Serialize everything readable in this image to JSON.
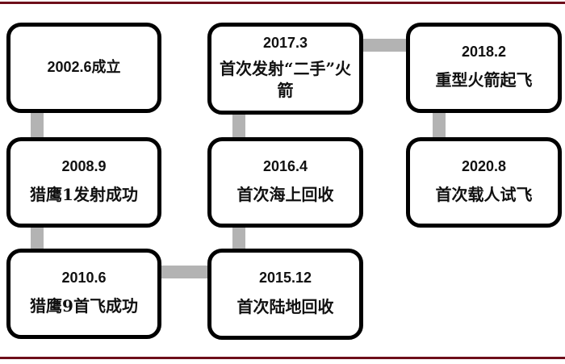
{
  "diagram": {
    "topic": "SpaceX milestones timeline",
    "colors": {
      "rule": "#6e0e1a",
      "connector": "#b3b3b3",
      "box_border": "#000000",
      "background": "#ffffff",
      "text": "#111111"
    },
    "boxes": [
      {
        "date": "2002.6成立",
        "desc": ""
      },
      {
        "date": "2008.9",
        "desc": "猎鹰1发射成功"
      },
      {
        "date": "2010.6",
        "desc": "猎鹰9首飞成功"
      },
      {
        "date": "2017.3",
        "desc": "首次发射“二手”火箭"
      },
      {
        "date": "2016.4",
        "desc": "首次海上回收"
      },
      {
        "date": "2015.12",
        "desc": "首次陆地回收"
      },
      {
        "date": "2018.2",
        "desc": "重型火箭起飞"
      },
      {
        "date": "2020.8",
        "desc": "首次载人试飞"
      }
    ],
    "connections": [
      "2002.6 → 2008.9",
      "2008.9 → 2010.6",
      "2010.6 → 2015.12",
      "2015.12 → 2016.4",
      "2016.4 → 2017.3",
      "2017.3 → 2018.2",
      "2018.2 → 2020.8"
    ]
  }
}
